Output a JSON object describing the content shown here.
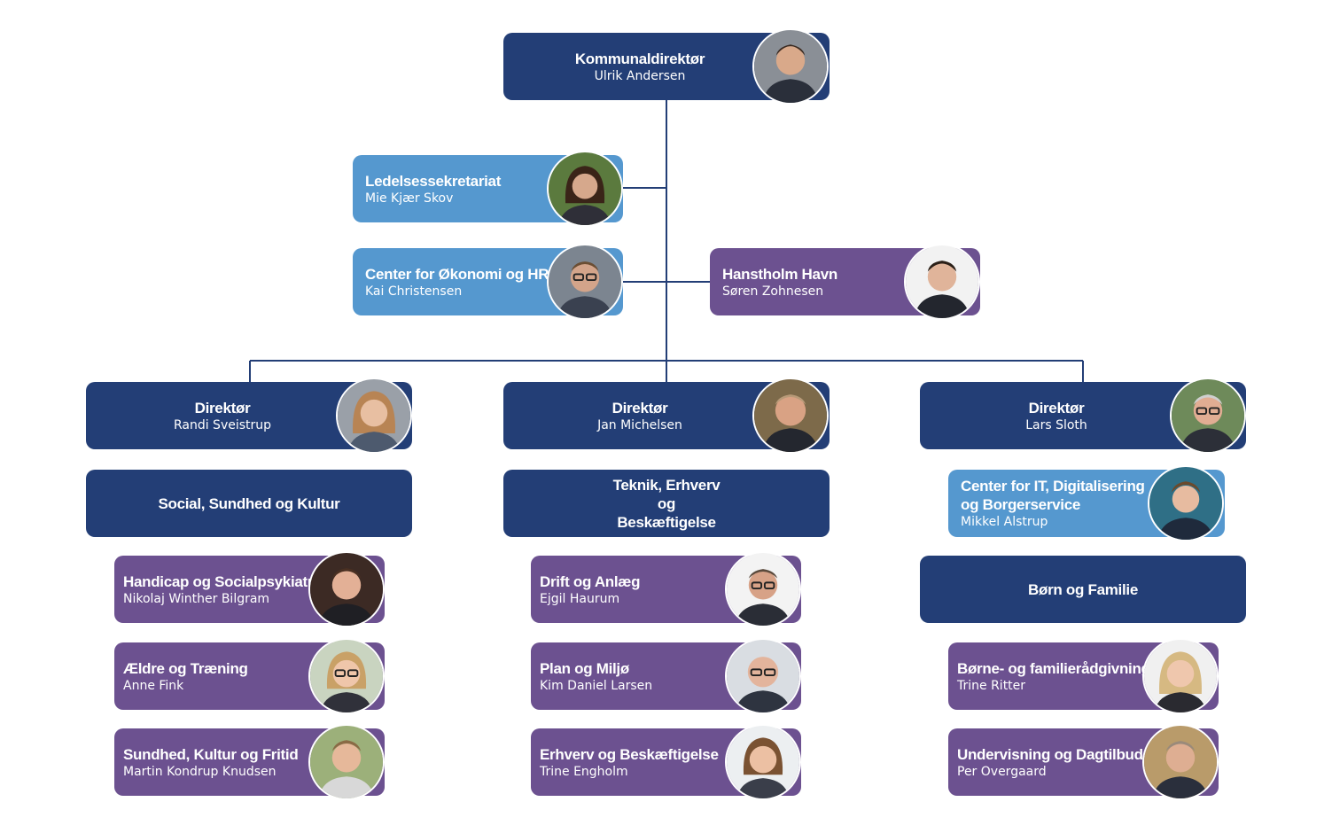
{
  "colors": {
    "navy": "#233e76",
    "blue": "#5598cf",
    "purple": "#6c5190",
    "line": "#233e76"
  },
  "top": {
    "title": "Kommunaldirektør",
    "name": "Ulrik Andersen",
    "photo": "person-photo-man-short-hair"
  },
  "staff": [
    {
      "title": "Ledelsessekretariat",
      "name": "Mie Kjær Skov",
      "photo": "person-photo-woman-dark-hair"
    },
    {
      "title": "Center for Økonomi og HR",
      "name": "Kai Christensen",
      "photo": "person-photo-man-glasses"
    },
    {
      "title": "Hanstholm Havn",
      "name": "Søren Zohnesen",
      "photo": "person-photo-man-short-hair"
    }
  ],
  "columns": [
    {
      "director": {
        "title": "Direktør",
        "name": "Randi Sveistrup",
        "photo": "person-photo-woman-blonde"
      },
      "area": {
        "title": "Social, Sundhed og Kultur"
      },
      "units": [
        {
          "title": "Handicap og Socialpsykiatri",
          "name": "Nikolaj Winther Bilgram",
          "photo": "person-photo-man"
        },
        {
          "title": "Ældre og Træning",
          "name": "Anne Fink",
          "photo": "person-photo-woman-glasses"
        },
        {
          "title": "Sundhed, Kultur og Fritid",
          "name": "Martin Kondrup Knudsen",
          "photo": "person-photo-man"
        }
      ]
    },
    {
      "director": {
        "title": "Direktør",
        "name": "Jan Michelsen",
        "photo": "person-photo-man"
      },
      "area": {
        "title": "Teknik, Erhverv og Beskæftigelse"
      },
      "units": [
        {
          "title": "Drift og Anlæg",
          "name": "Ejgil Haurum",
          "photo": "person-photo-man-glasses"
        },
        {
          "title": "Plan og Miljø",
          "name": "Kim Daniel Larsen",
          "photo": "person-photo-man-glasses"
        },
        {
          "title": "Erhverv og Beskæftigelse",
          "name": "Trine Engholm",
          "photo": "person-photo-woman"
        }
      ]
    },
    {
      "director": {
        "title": "Direktør",
        "name": "Lars Sloth",
        "photo": "person-photo-man-glasses"
      },
      "it_center": {
        "title": "Center for IT, Digitalisering og Borgerservice",
        "name": "Mikkel Alstrup",
        "photo": "person-photo-man"
      },
      "area": {
        "title": "Børn og Familie"
      },
      "units": [
        {
          "title": "Børne- og familierådgivning",
          "name": "Trine Ritter",
          "photo": "person-photo-woman-blonde"
        },
        {
          "title": "Undervisning og Dagtilbud",
          "name": "Per Overgaard",
          "photo": "person-photo-man"
        }
      ]
    }
  ]
}
